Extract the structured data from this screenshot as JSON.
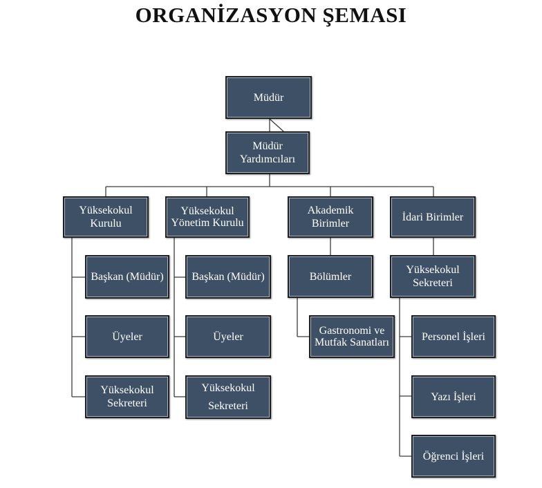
{
  "title": "ORGANİZASYON ŞEMASI",
  "nodes": {
    "mudur": "Müdür",
    "mudur_yardimcilari": "Müdür Yardımcıları",
    "yuksekokul_kurulu": "Yüksekokul Kurulu",
    "yuksekokul_yonetim_kurulu": "Yüksekokul Yönetim Kurulu",
    "akademik_birimler": "Akademik Birimler",
    "idari_birimler": "İdari Birimler",
    "kurul_baskan": "Başkan (Müdür)",
    "kurul_uyeler": "Üyeler",
    "kurul_sekreter": "Yüksekokul Sekreteri",
    "yonetim_baskan": "Başkan (Müdür)",
    "yonetim_uyeler": "Üyeler",
    "yonetim_sekreter": "Yüksekokul Sekreteri",
    "bolumler": "Bölümler",
    "gastronomi": "Gastronomi ve Mutfak Sanatları",
    "idari_sekreter": "Yüksekokul Sekreteri",
    "personel_isleri": "Personel İşleri",
    "yazi_isleri": "Yazı İşleri",
    "ogrenci_isleri": "Öğrenci İşleri"
  }
}
